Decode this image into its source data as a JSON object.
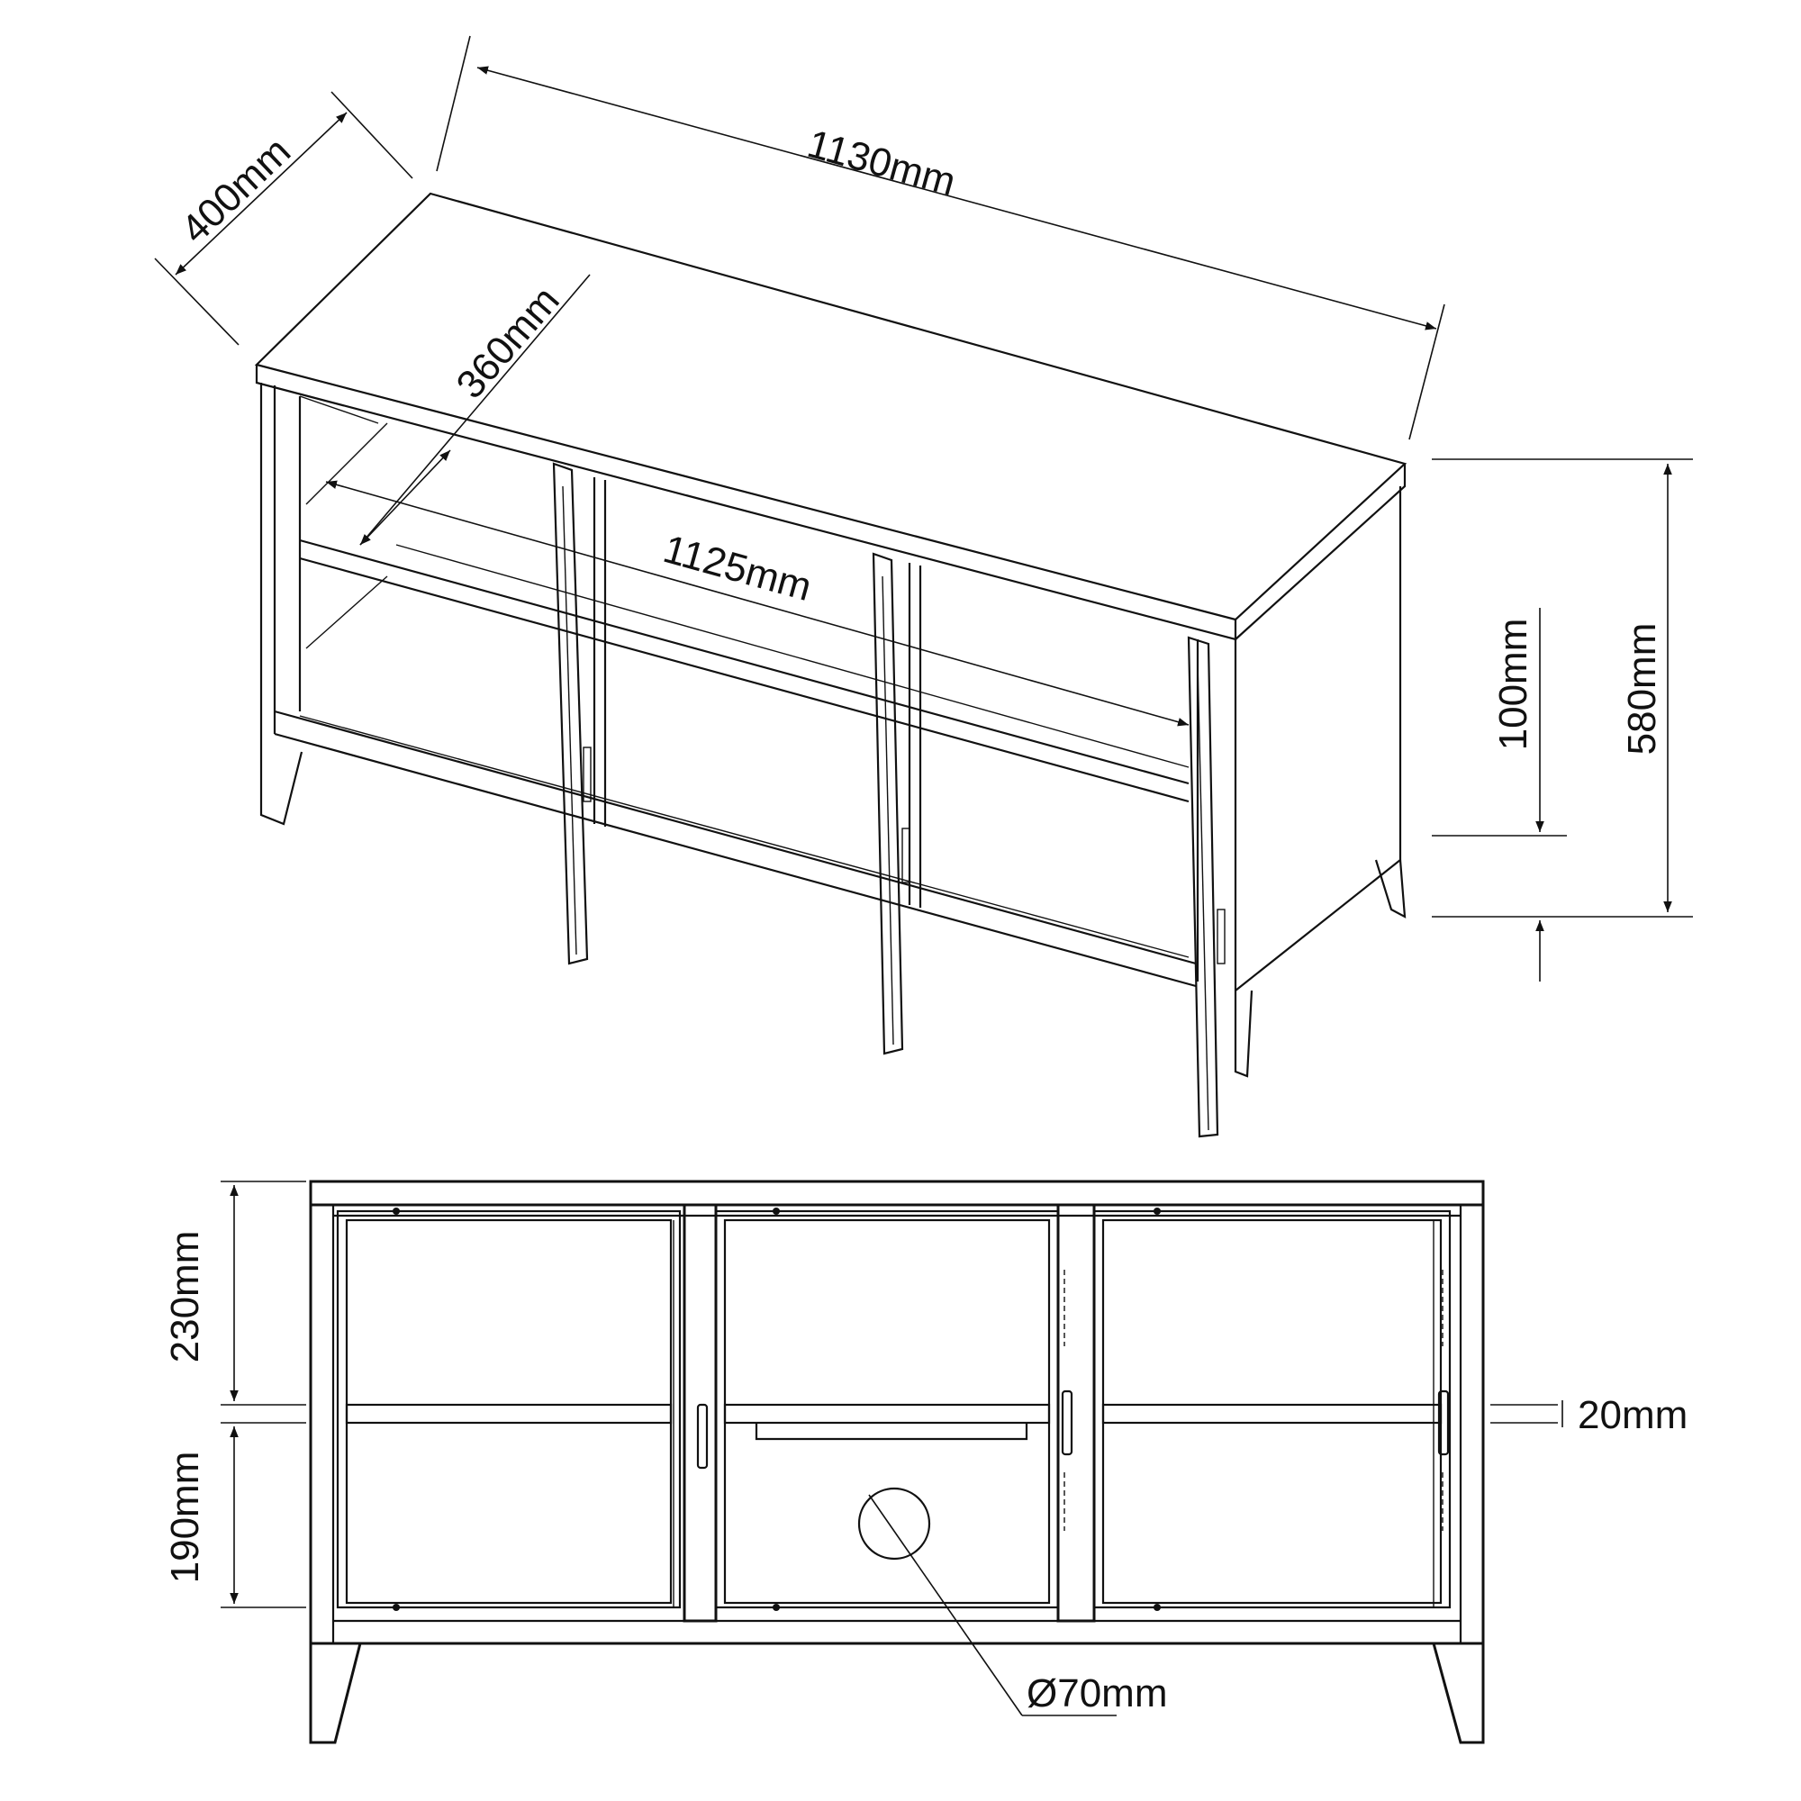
{
  "dimensions": {
    "top_width": "1130mm",
    "depth": "400mm",
    "inner_depth": "360mm",
    "inner_width": "1125mm",
    "leg_height": "100mm",
    "total_height": "580mm",
    "upper_compartment": "230mm",
    "lower_compartment": "190mm",
    "shelf_thickness": "20mm",
    "cable_hole": "Ø70mm"
  }
}
